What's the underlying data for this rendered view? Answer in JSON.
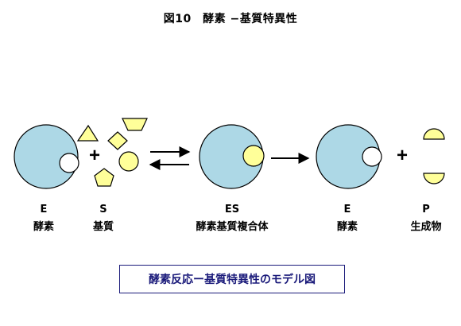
{
  "title": "図10　酵素 −基質特異性",
  "colors": {
    "enzyme_fill": "#add8e6",
    "substrate_fill": "#ffff99",
    "site_fill": "#ffffff",
    "stroke": "#000000",
    "caption_color": "#1a1a7a"
  },
  "labels": {
    "enzyme1": {
      "symbol": "E",
      "name": "酵素"
    },
    "substrate": {
      "symbol": "S",
      "name": "基質"
    },
    "complex": {
      "symbol": "ES",
      "name": "酵素基質複合体"
    },
    "enzyme2": {
      "symbol": "E",
      "name": "酵素"
    },
    "product": {
      "symbol": "P",
      "name": "生成物"
    }
  },
  "operators": {
    "plus": "+"
  },
  "caption": "酵素反応ー基質特異性のモデル図"
}
